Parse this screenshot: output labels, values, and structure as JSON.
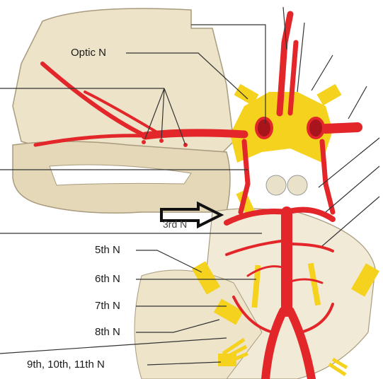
{
  "labels": {
    "optic": "Optic N",
    "third": "3rd N",
    "fifth": "5th N",
    "sixth": "6th N",
    "seventh": "7th N",
    "eighth": "8th N",
    "ninth_to_eleventh": "9th, 10th, 11th N"
  },
  "colors": {
    "artery": "#e3262a",
    "artery_dark": "#a8141b",
    "nerve": "#f5d21e",
    "brain": "#ece3c8",
    "brain_outline": "#a99b7e",
    "background": "#ffffff",
    "leader": "#333333"
  }
}
